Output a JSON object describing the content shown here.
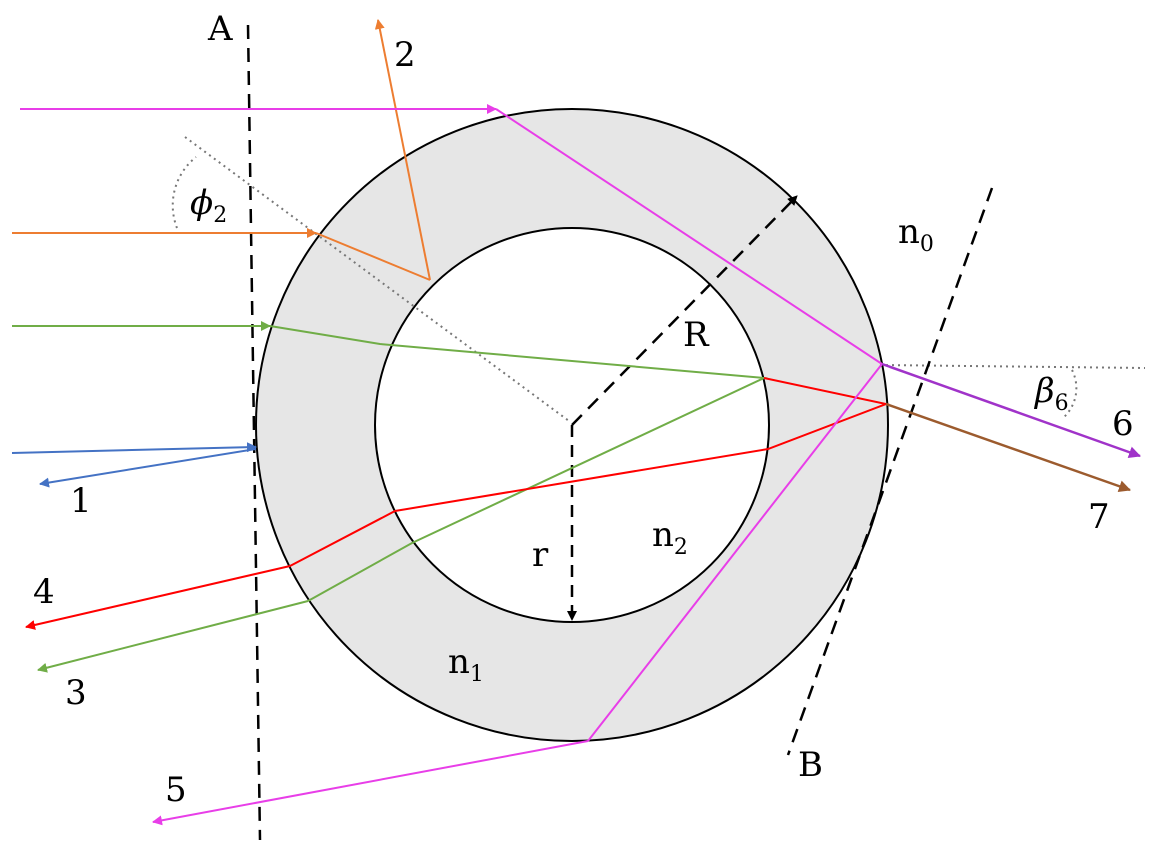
{
  "labels": {
    "line_a": "A",
    "line_b": "B",
    "outer_radius": "R",
    "inner_radius": "r",
    "medium_outside": "n",
    "medium_outside_sub": "0",
    "medium_shell": "n",
    "medium_shell_sub": "1",
    "medium_core": "n",
    "medium_core_sub": "2",
    "angle_phi": "ϕ",
    "angle_phi_sub": "2",
    "angle_beta": "β",
    "angle_beta_sub": "6"
  },
  "rays": [
    {
      "id": "ray-1",
      "label": "1",
      "color": "#4472c4"
    },
    {
      "id": "ray-2",
      "label": "2",
      "color": "#ed7d31"
    },
    {
      "id": "ray-3",
      "label": "3",
      "color": "#70ad47"
    },
    {
      "id": "ray-4",
      "label": "4",
      "color": "#ff0000"
    },
    {
      "id": "ray-5",
      "label": "5",
      "color": "#e83ee8"
    },
    {
      "id": "ray-6",
      "label": "6",
      "color": "#a033c9"
    },
    {
      "id": "ray-7",
      "label": "7",
      "color": "#9c5b2e"
    }
  ],
  "colors": {
    "shell_fill": "#e6e6e6",
    "outline": "#000000",
    "guide": "#777777"
  }
}
